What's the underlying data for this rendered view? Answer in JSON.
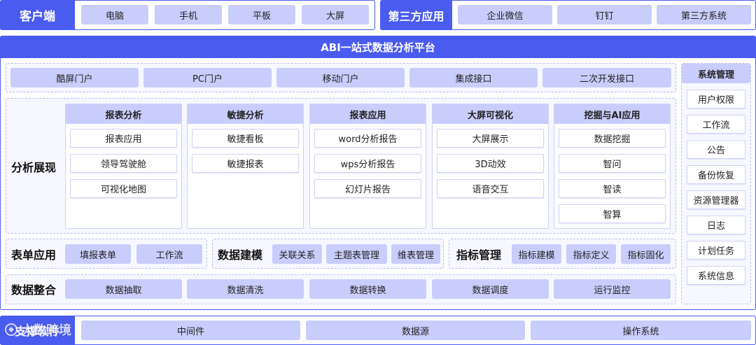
{
  "client": {
    "label": "客户端",
    "items": [
      "电脑",
      "手机",
      "平板",
      "大屏"
    ]
  },
  "third_party": {
    "label": "第三方应用",
    "items": [
      "企业微信",
      "钉钉",
      "第三方系统"
    ]
  },
  "platform_title": "ABI一站式数据分析平台",
  "portals": [
    "酷屏门户",
    "PC门户",
    "移动门户",
    "集成接口",
    "二次开发接口"
  ],
  "analysis": {
    "label": "分析展现",
    "cards": [
      {
        "title": "报表分析",
        "items": [
          "报表应用",
          "领导驾驶舱",
          "可视化地图"
        ]
      },
      {
        "title": "敏捷分析",
        "items": [
          "敏捷看板",
          "敏捷报表"
        ]
      },
      {
        "title": "报表应用",
        "items": [
          "word分析报告",
          "wps分析报告",
          "幻灯片报告"
        ]
      },
      {
        "title": "大屏可视化",
        "items": [
          "大屏展示",
          "3D动效",
          "语音交互"
        ]
      },
      {
        "title": "挖掘与AI应用",
        "items": [
          "数据挖掘",
          "智问",
          "智读",
          "智算"
        ]
      }
    ]
  },
  "form_app": {
    "label": "表单应用",
    "items": [
      "填报表单",
      "工作流"
    ]
  },
  "data_modeling": {
    "label": "数据建模",
    "items": [
      "关联关系",
      "主题表管理",
      "维表管理"
    ]
  },
  "metric_mgmt": {
    "label": "指标管理",
    "items": [
      "指标建模",
      "指标定义",
      "指标固化"
    ]
  },
  "data_integration": {
    "label": "数据整合",
    "items": [
      "数据抽取",
      "数据清洗",
      "数据转换",
      "数据调度",
      "运行监控"
    ]
  },
  "system_mgmt": {
    "label": "系统管理",
    "items": [
      "用户权限",
      "工作流",
      "公告",
      "备份恢复",
      "资源管理器",
      "日志",
      "计划任务",
      "系统信息"
    ]
  },
  "support": {
    "label": "支撑软件",
    "items": [
      "中间件",
      "数据源",
      "操作系统"
    ]
  },
  "watermark": "大数跨境",
  "colors": {
    "accent": "#4a5cf0",
    "chip": "#c9cdfb",
    "dashed_border": "#b9bef0",
    "panel_bg": "#f7f8ff"
  }
}
